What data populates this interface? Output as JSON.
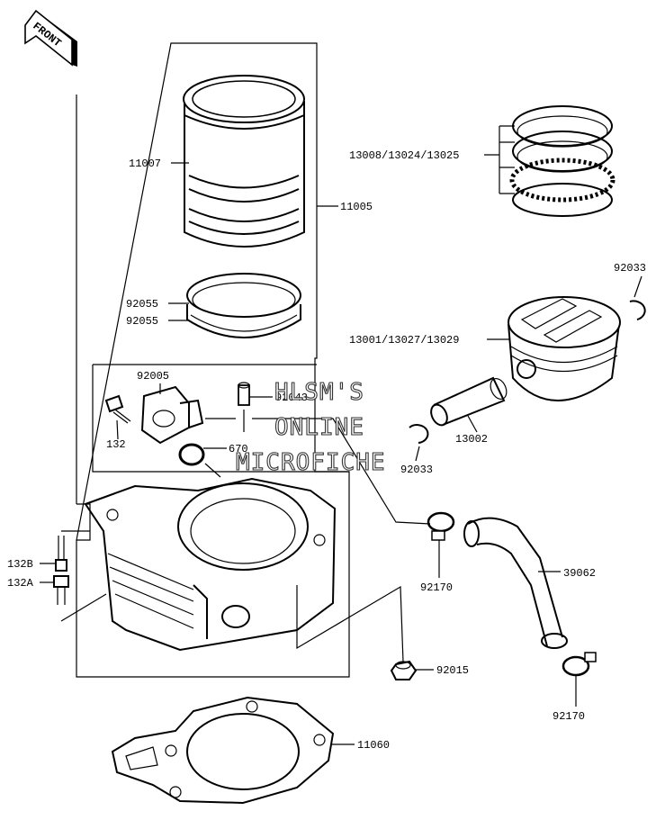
{
  "direction_tag": "FRONT",
  "watermark": [
    "HLSM'S",
    "ONLINE",
    "MICROFICHE"
  ],
  "labels": {
    "cylinder_sleeve": "11007",
    "cylinder_assembly": "11005",
    "piston_rings": "13008/13024/13025",
    "circlip_right": "92033",
    "piston": "13001/13027/13029",
    "ring_upper": "92055",
    "ring_lower": "92055",
    "holder": "92005",
    "nozzle": "92043",
    "bolt_small": "132",
    "o_ring": "670",
    "circlip_left": "92033",
    "piston_pin": "13002",
    "bolt_b": "132B",
    "bolt_a": "132A",
    "clamp_upper": "92170",
    "hose": "39062",
    "nut": "92015",
    "clamp_lower": "92170",
    "head_gasket": "11060"
  }
}
